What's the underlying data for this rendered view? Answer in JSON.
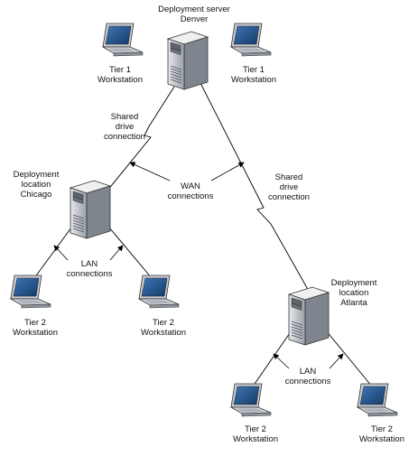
{
  "denver_server": {
    "line1": "Deployment server",
    "line2": "Denver"
  },
  "tier1_left": {
    "line1": "Tier 1",
    "line2": "Workstation"
  },
  "tier1_right": {
    "line1": "Tier 1",
    "line2": "Workstation"
  },
  "shared_left": {
    "line1": "Shared",
    "line2": "drive",
    "line3": "connection"
  },
  "shared_right": {
    "line1": "Shared",
    "line2": "drive",
    "line3": "connection"
  },
  "chicago": {
    "line1": "Deployment",
    "line2": "location",
    "line3": "Chicago"
  },
  "wan": {
    "line1": "WAN",
    "line2": "connections"
  },
  "lan_chicago": {
    "line1": "LAN",
    "line2": "connections"
  },
  "tier2_chicago_left": {
    "line1": "Tier 2",
    "line2": "Workstation"
  },
  "tier2_chicago_right": {
    "line1": "Tier 2",
    "line2": "Workstation"
  },
  "atlanta": {
    "line1": "Deployment",
    "line2": "location",
    "line3": "Atlanta"
  },
  "lan_atlanta": {
    "line1": "LAN",
    "line2": "connections"
  },
  "tier2_atlanta_left": {
    "line1": "Tier 2",
    "line2": "Workstation"
  },
  "tier2_atlanta_right": {
    "line1": "Tier 2",
    "line2": "Workstation"
  },
  "colors": {
    "device": "#b9bec5",
    "device_dark": "#8a9099",
    "screen": "#1f4f8a",
    "line": "#000000"
  }
}
